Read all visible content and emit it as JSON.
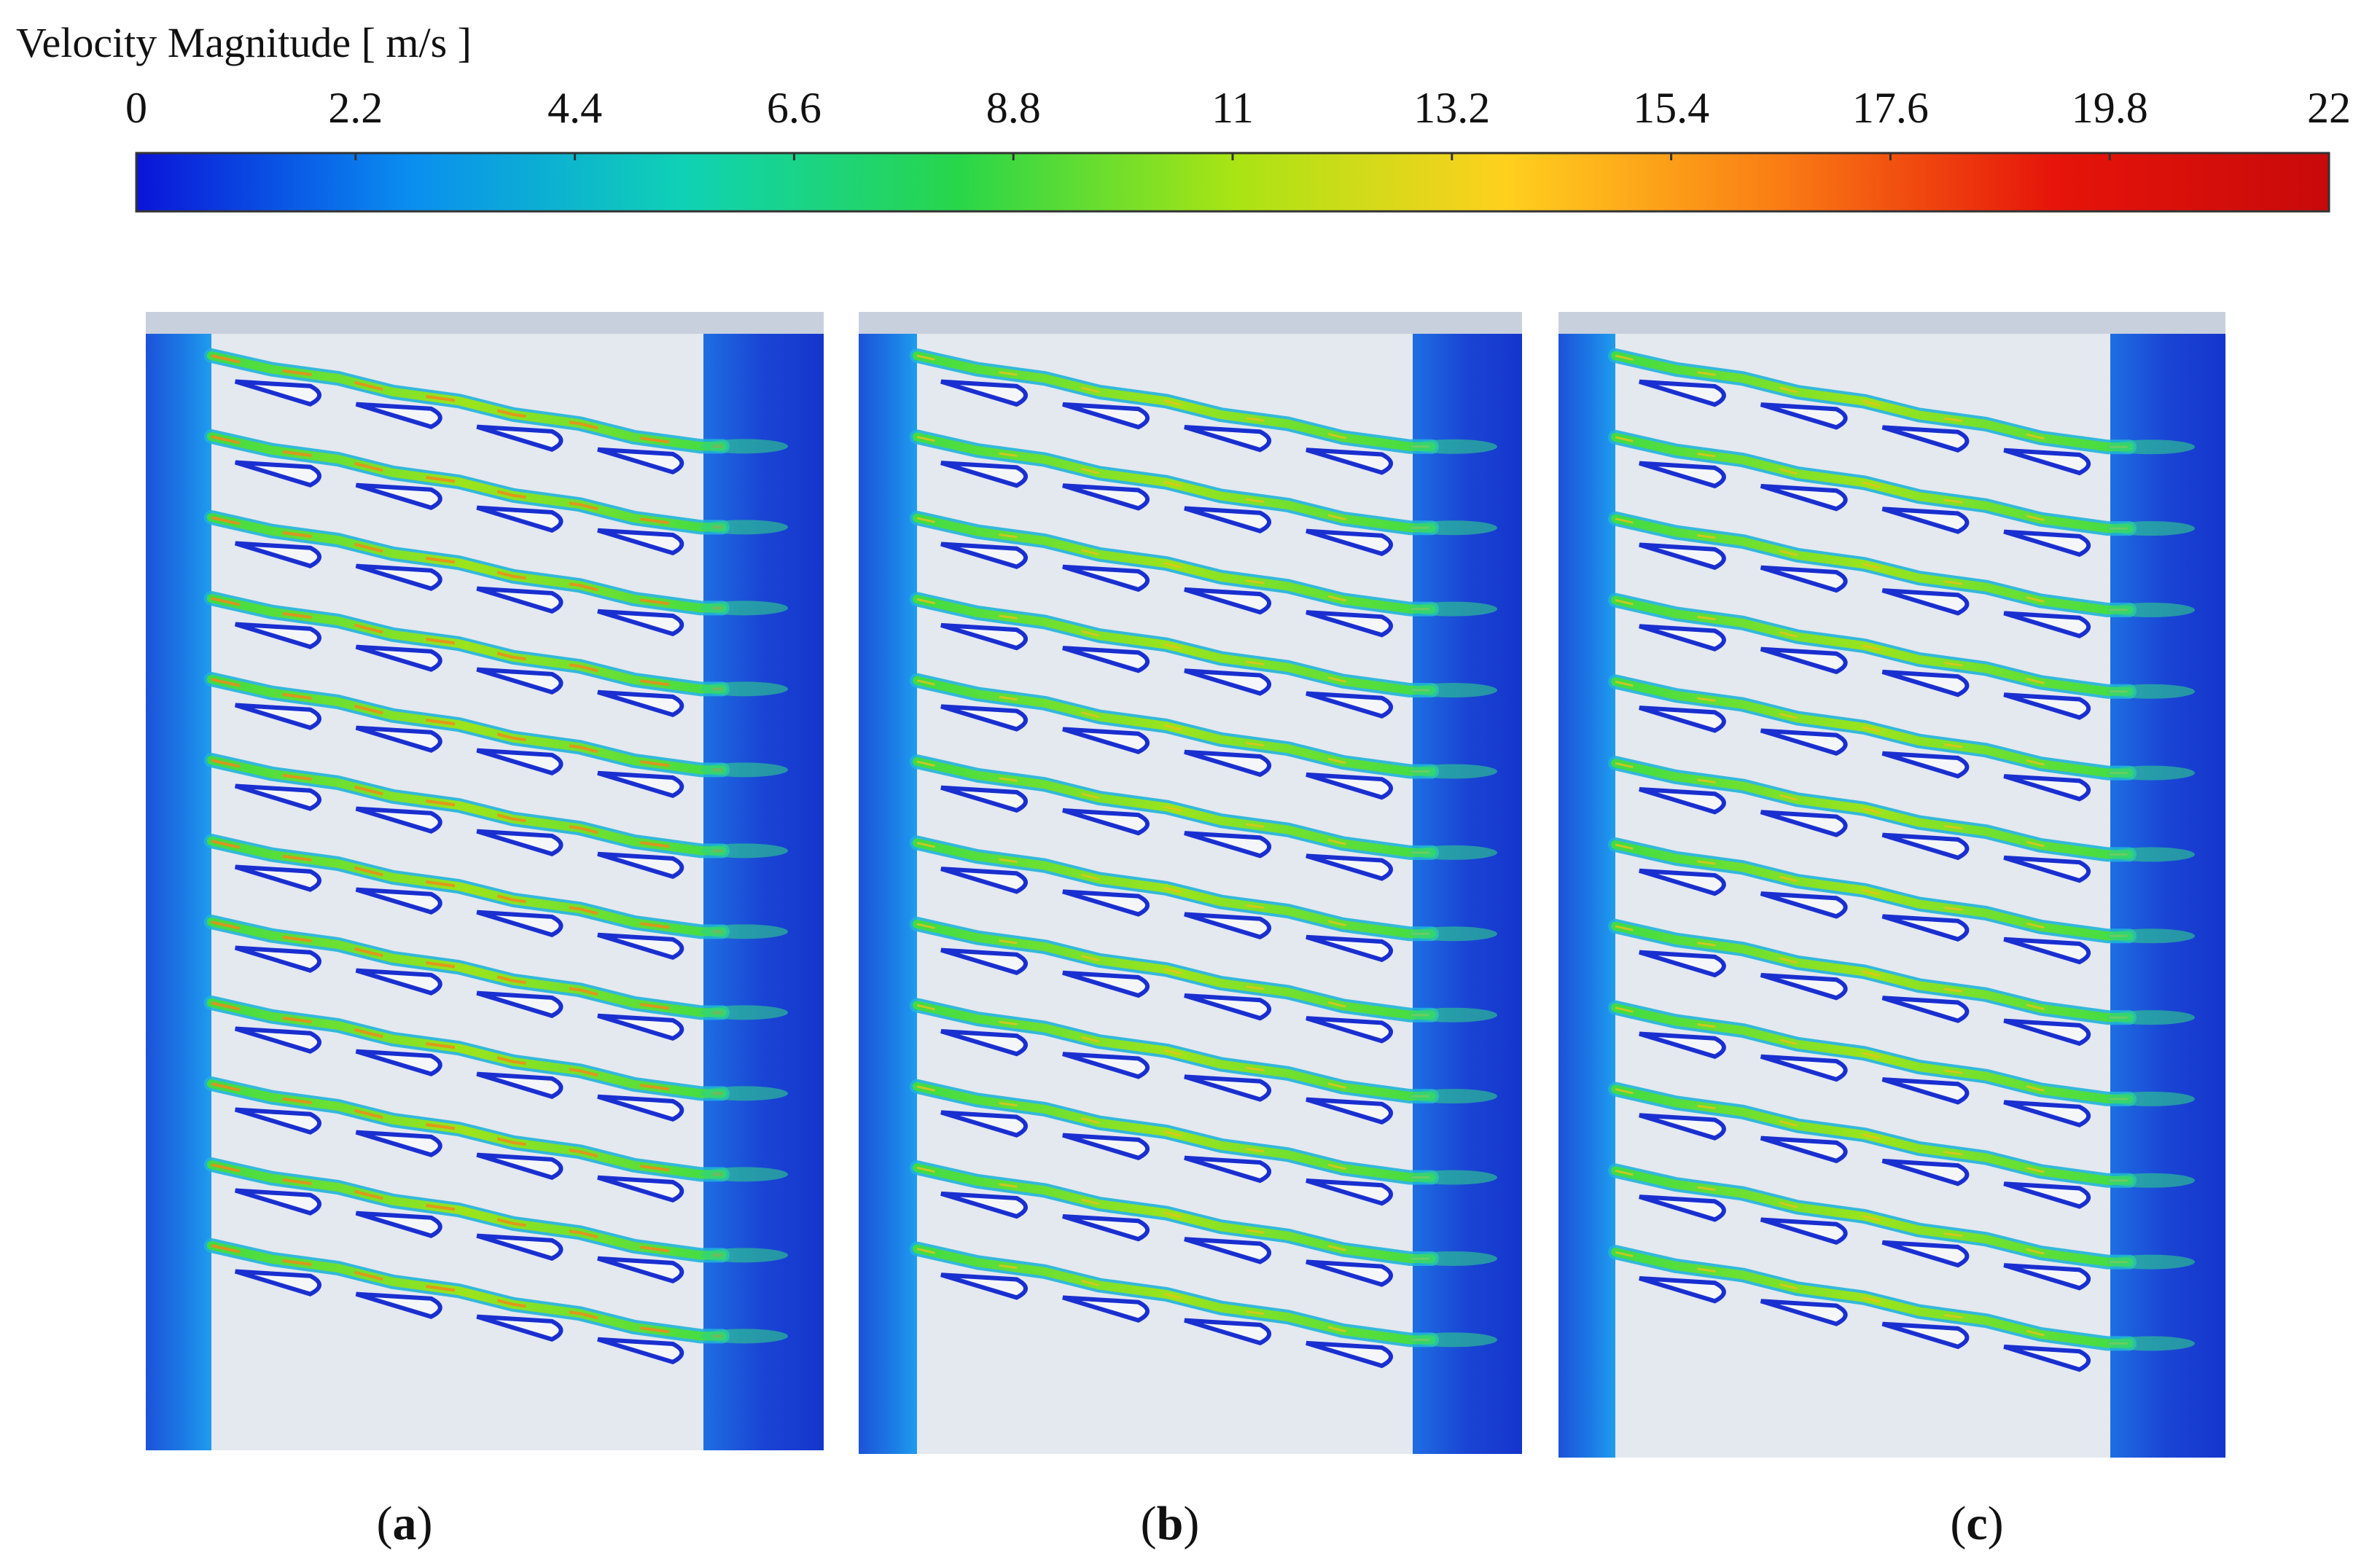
{
  "legend": {
    "title": "Velocity Magnitude [ m/s ]",
    "ticks": [
      "0",
      "2.2",
      "4.4",
      "6.6",
      "8.8",
      "11",
      "13.2",
      "15.4",
      "17.6",
      "19.8",
      "22"
    ],
    "min": 0,
    "max": 22,
    "colors": [
      "#0a14d8",
      "#0a8ef0",
      "#0fd2b4",
      "#28d64a",
      "#a8e414",
      "#ffd01e",
      "#fa7c14",
      "#e6140a",
      "#c80a0a"
    ]
  },
  "panels": [
    {
      "label": "a",
      "fins_per_row": 4,
      "rows": 12
    },
    {
      "label": "b",
      "fins_per_row": 4,
      "rows": 12
    },
    {
      "label": "c",
      "fins_per_row": 4,
      "rows": 12
    }
  ],
  "colors": {
    "header_band": "#c8d0de",
    "channel_bg": "#e4e8ef",
    "manifold": "#1f4fd6",
    "fin_outline": "#1a2fd0"
  }
}
